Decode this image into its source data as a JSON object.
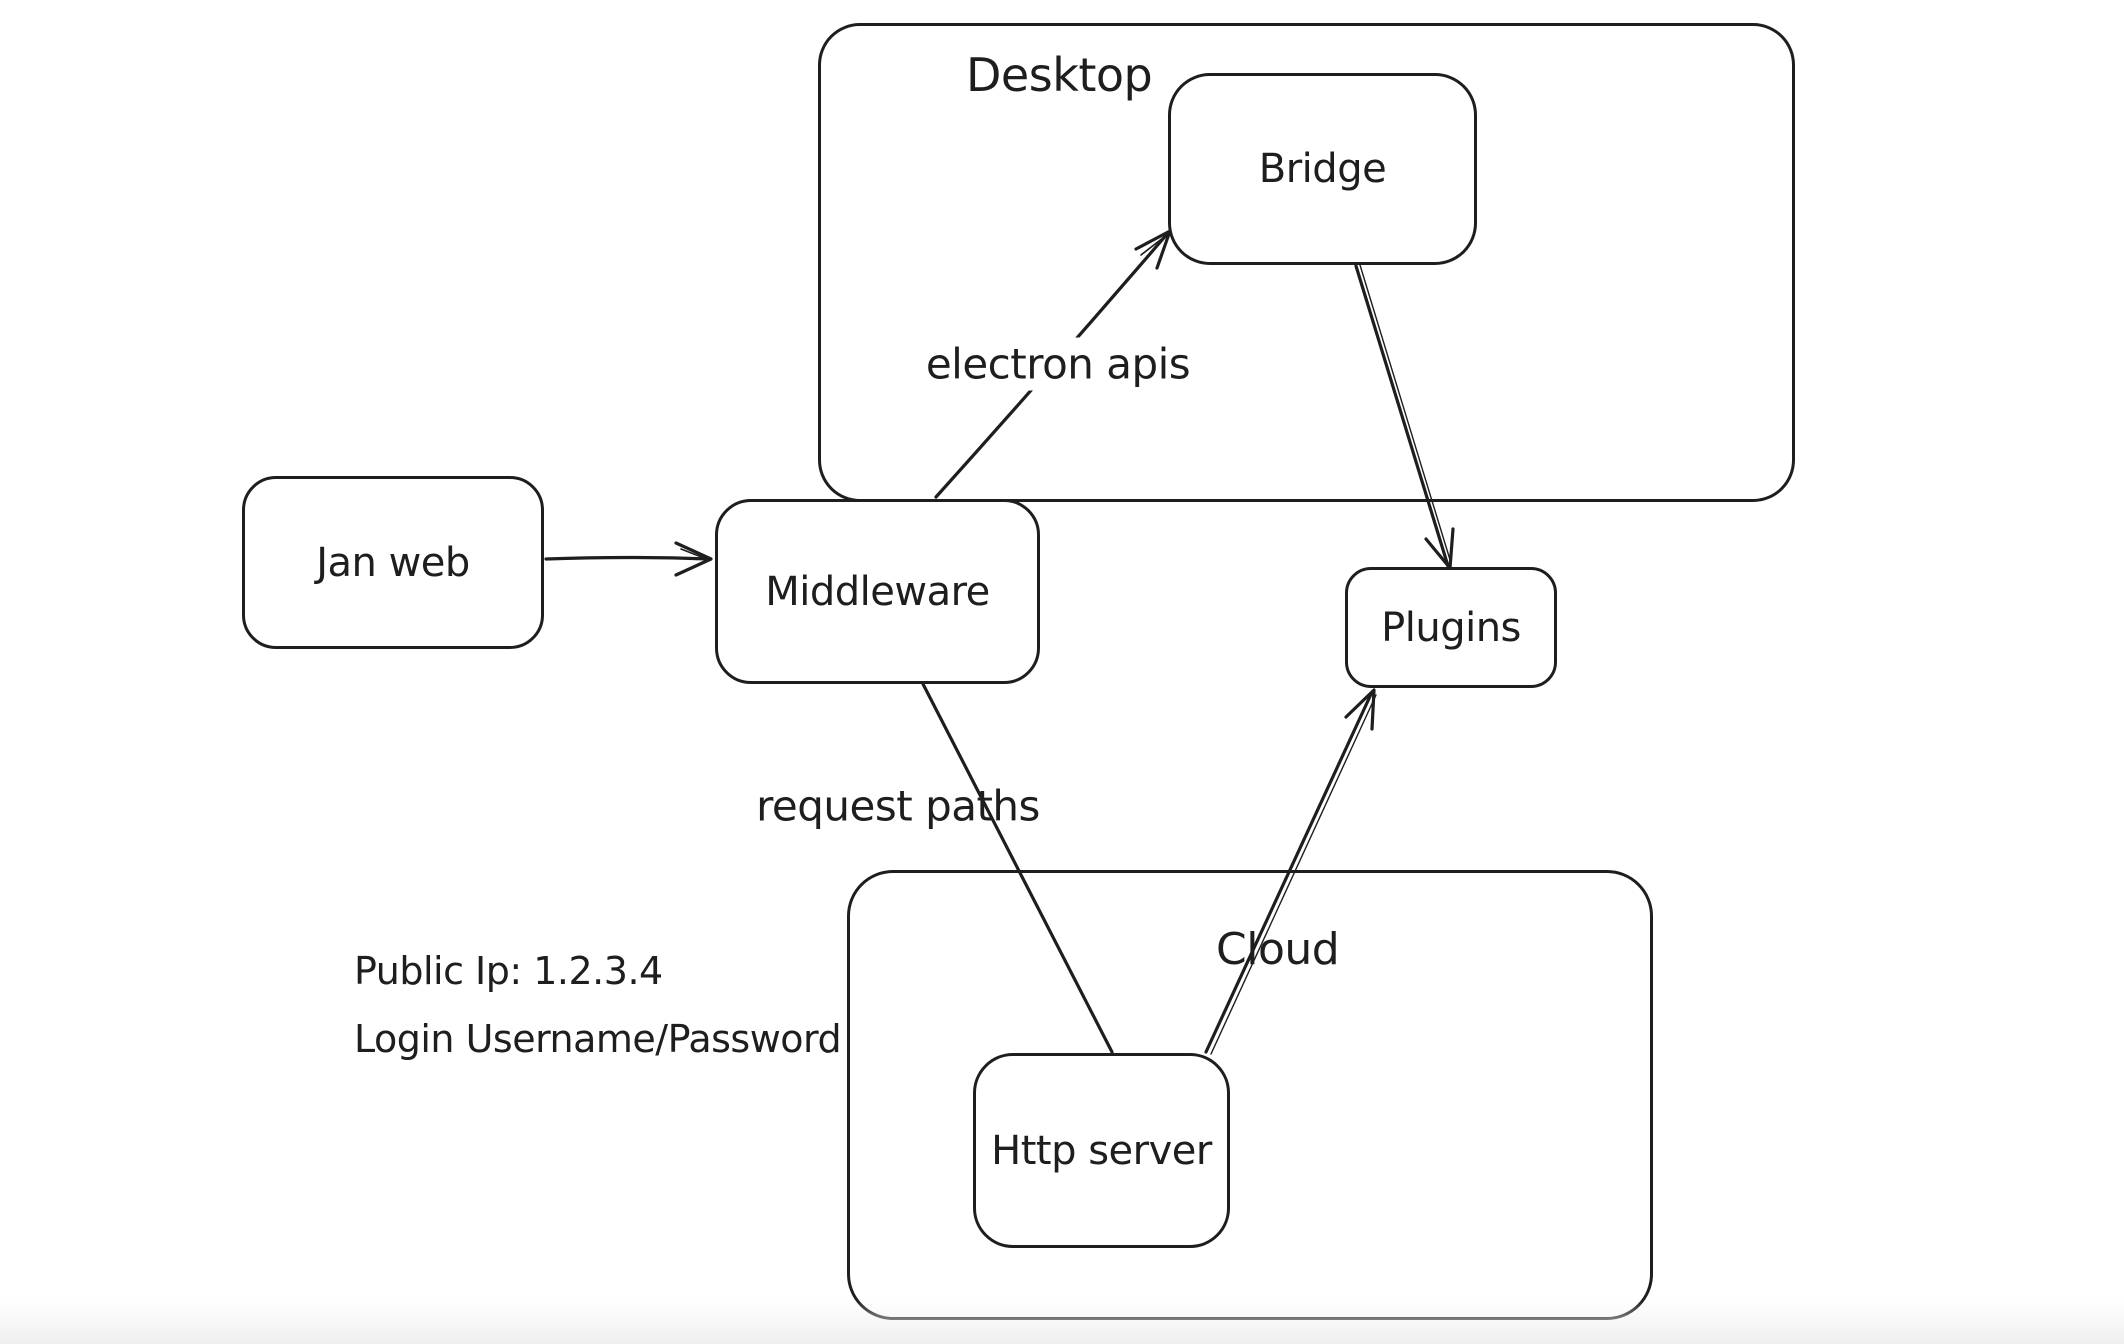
{
  "canvas": {
    "background": "#ffffff",
    "stroke_color": "#1e1e1e"
  },
  "containers": [
    {
      "id": "desktop",
      "label": "Desktop"
    },
    {
      "id": "cloud",
      "label": "Cloud"
    }
  ],
  "nodes": [
    {
      "id": "jan-web",
      "label": "Jan web"
    },
    {
      "id": "middleware",
      "label": "Middleware"
    },
    {
      "id": "bridge",
      "label": "Bridge"
    },
    {
      "id": "plugins",
      "label": "Plugins"
    },
    {
      "id": "http-server",
      "label": "Http server"
    }
  ],
  "edges": [
    {
      "from": "jan-web",
      "to": "middleware",
      "label": "",
      "arrowhead": true
    },
    {
      "from": "middleware",
      "to": "bridge",
      "label": "electron apis",
      "arrowhead": true
    },
    {
      "from": "bridge",
      "to": "plugins",
      "label": "",
      "arrowhead": true
    },
    {
      "from": "middleware",
      "to": "http-server",
      "label": "request paths",
      "arrowhead": false
    },
    {
      "from": "http-server",
      "to": "plugins",
      "label": "",
      "arrowhead": true
    }
  ],
  "annotations": {
    "line1": "Public Ip: 1.2.3.4",
    "line2": "Login Username/Password"
  }
}
